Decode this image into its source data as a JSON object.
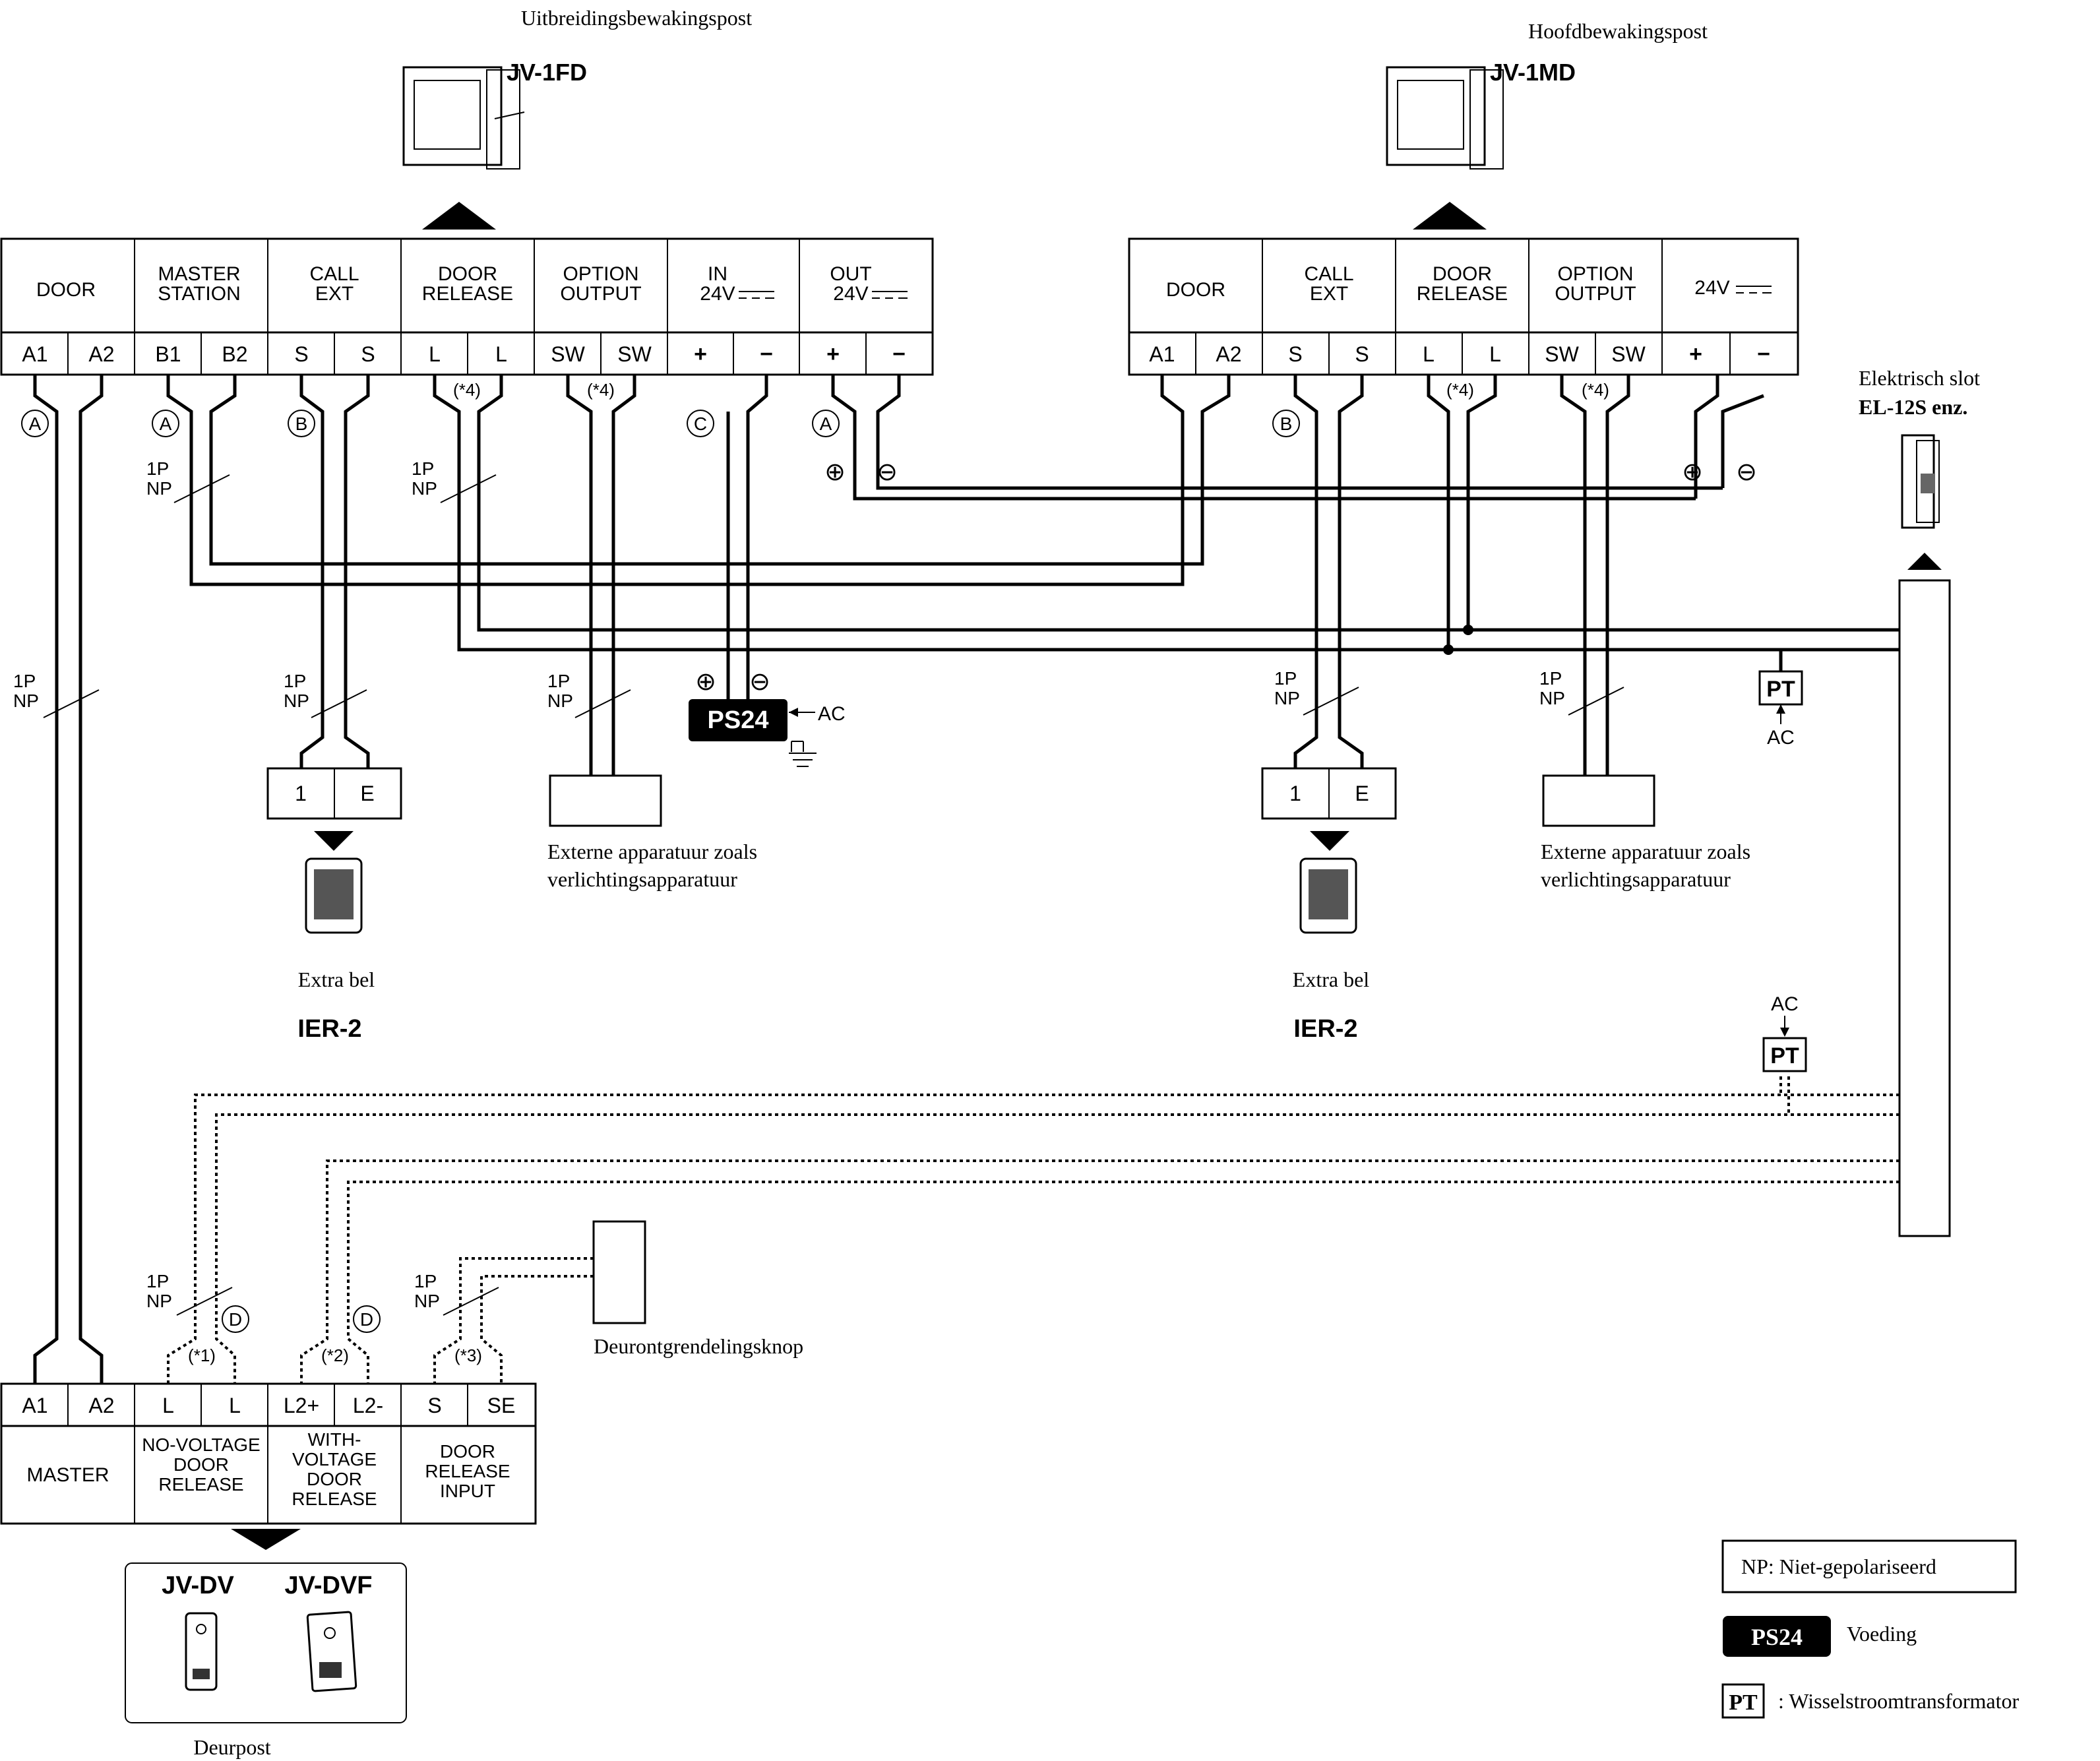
{
  "titles": {
    "ext_monitor_label": "Uitbreidingsbewakingspost",
    "ext_monitor_model": "JV-1FD",
    "main_monitor_label": "Hoofdbewakingspost",
    "main_monitor_model": "JV-1MD",
    "lock_label": "Elektrisch slot",
    "lock_model": "EL-12S enz.",
    "door_station_label": "Deurpost",
    "door_model_1": "JV-DV",
    "door_model_2": "JV-DVF",
    "release_button_label": "Deurontgrendelingsknop"
  },
  "ext_terminals": {
    "headers": [
      "DOOR",
      "MASTER STATION",
      "CALL EXT",
      "DOOR RELEASE",
      "OPTION OUTPUT",
      "IN 24V",
      "OUT 24V"
    ],
    "pins": [
      "A1",
      "A2",
      "B1",
      "B2",
      "S",
      "S",
      "L",
      "L",
      "SW",
      "SW",
      "+",
      "−",
      "+",
      "−"
    ]
  },
  "main_terminals": {
    "headers": [
      "DOOR",
      "CALL EXT",
      "DOOR RELEASE",
      "OPTION OUTPUT",
      "24V"
    ],
    "pins": [
      "A1",
      "A2",
      "S",
      "S",
      "L",
      "L",
      "SW",
      "SW",
      "+",
      "−"
    ]
  },
  "door_terminals": {
    "pins": [
      "A1",
      "A2",
      "L",
      "L",
      "L2+",
      "L2-",
      "S",
      "SE"
    ],
    "headers": [
      "MASTER",
      "NO-VOLTAGE DOOR RELEASE",
      "WITH-VOLTAGE DOOR RELEASE",
      "DOOR RELEASE INPUT"
    ]
  },
  "markers": {
    "A": "A",
    "B": "B",
    "C": "C",
    "D": "D",
    "plus": "⊕",
    "minus": "⊖",
    "note1": "(*1)",
    "note2": "(*2)",
    "note3": "(*3)",
    "note4": "(*4)"
  },
  "cable": {
    "line1": "1P",
    "line2": "NP"
  },
  "ier": {
    "pin1": "1",
    "pinE": "E",
    "label": "Extra bel",
    "model": "IER-2"
  },
  "external": {
    "line1": "Externe apparatuur zoals",
    "line2": "verlichtingsapparatuur"
  },
  "power": {
    "ps24": "PS24",
    "pt": "PT",
    "ac": "AC"
  },
  "legend": {
    "np": "NP: Niet-gepolariseerd",
    "ps24_badge": "PS24",
    "ps24_desc": "Voeding",
    "pt_badge": "PT",
    "pt_desc": ": Wisselstroomtransformator"
  },
  "colors": {
    "ink": "#000000",
    "panel_border": "#888888"
  }
}
